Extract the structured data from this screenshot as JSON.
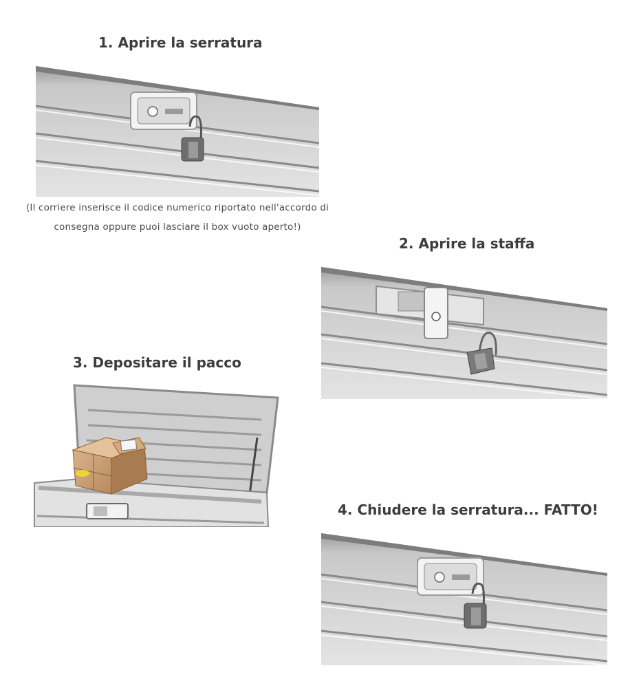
{
  "steps": [
    {
      "title": "1. Aprire la serratura"
    },
    {
      "title": "2. Aprire la staffa"
    },
    {
      "title": "3. Depositare il pacco"
    },
    {
      "title": "4. Chiudere la serratura... FATTO!"
    }
  ],
  "caption": {
    "line1": "(Il corriere inserisce il codice numerico riportato nell'accordo di",
    "line2": "consegna oppure puoi lasciare il box vuoto aperto!)"
  },
  "images": [
    {
      "icon": "lock-closed-with-padlock-photo"
    },
    {
      "icon": "bracket-open-with-padlock-photo"
    },
    {
      "icon": "open-box-with-parcel-photo"
    },
    {
      "icon": "lock-closed-with-padlock-photo"
    }
  ]
}
